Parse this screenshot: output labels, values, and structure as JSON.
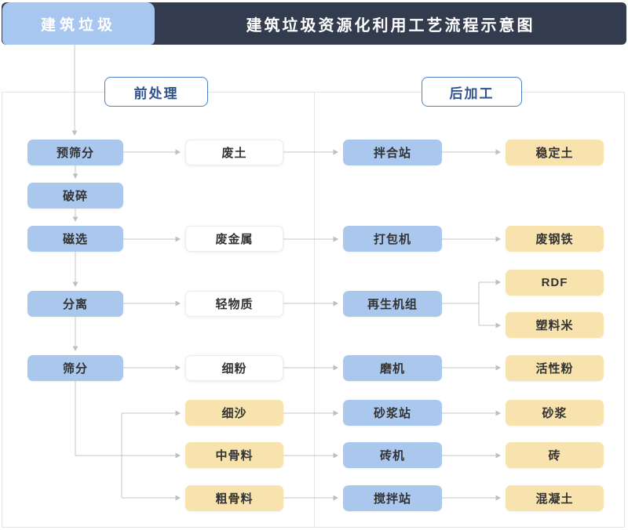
{
  "header": {
    "tab": "建筑垃圾",
    "title": "建筑垃圾资源化利用工艺流程示意图"
  },
  "sections": {
    "pre": "前处理",
    "post": "后加工"
  },
  "nodes": {
    "pre_screen": "预筛分",
    "crush": "破碎",
    "magnetic": "磁选",
    "separate": "分离",
    "screen": "筛分",
    "waste_soil": "废土",
    "waste_metal": "废金属",
    "light_material": "轻物质",
    "fine_powder": "细粉",
    "fine_sand": "细沙",
    "medium_aggregate": "中骨料",
    "coarse_aggregate": "粗骨料",
    "mixing_station": "拌合站",
    "baler": "打包机",
    "regen_unit": "再生机组",
    "mill": "磨机",
    "mortar_station": "砂浆站",
    "brick_machine": "砖机",
    "agitation_station": "搅拌站",
    "stabilized_soil": "稳定土",
    "scrap_steel": "废钢铁",
    "rdf": "RDF",
    "plastic_pellets": "塑料米",
    "active_powder": "活性粉",
    "mortar": "砂浆",
    "brick": "砖",
    "concrete": "混凝土"
  },
  "edges": [
    {
      "from": "建筑垃圾",
      "to": "预筛分"
    },
    {
      "from": "预筛分",
      "to": "破碎"
    },
    {
      "from": "破碎",
      "to": "磁选"
    },
    {
      "from": "磁选",
      "to": "分离"
    },
    {
      "from": "分离",
      "to": "筛分"
    },
    {
      "from": "预筛分",
      "to": "废土"
    },
    {
      "from": "废土",
      "to": "拌合站"
    },
    {
      "from": "拌合站",
      "to": "稳定土"
    },
    {
      "from": "磁选",
      "to": "废金属"
    },
    {
      "from": "废金属",
      "to": "打包机"
    },
    {
      "from": "打包机",
      "to": "废钢铁"
    },
    {
      "from": "分离",
      "to": "轻物质"
    },
    {
      "from": "轻物质",
      "to": "再生机组"
    },
    {
      "from": "再生机组",
      "to": "RDF"
    },
    {
      "from": "再生机组",
      "to": "塑料米"
    },
    {
      "from": "筛分",
      "to": "细粉"
    },
    {
      "from": "细粉",
      "to": "磨机"
    },
    {
      "from": "磨机",
      "to": "活性粉"
    },
    {
      "from": "筛分",
      "to": "细沙"
    },
    {
      "from": "细沙",
      "to": "砂浆站"
    },
    {
      "from": "砂浆站",
      "to": "砂浆"
    },
    {
      "from": "筛分",
      "to": "中骨料"
    },
    {
      "from": "中骨料",
      "to": "砖机"
    },
    {
      "from": "砖机",
      "to": "砖"
    },
    {
      "from": "筛分",
      "to": "粗骨料"
    },
    {
      "from": "粗骨料",
      "to": "搅拌站"
    },
    {
      "from": "搅拌站",
      "to": "混凝土"
    }
  ],
  "colors": {
    "header_bg": "#333b4e",
    "tab_bg": "#a7c6f0",
    "node_blue": "#aac7ee",
    "node_yellow": "#f8e2ad",
    "pill_border": "#4d7fc9",
    "arrow": "#bfbfbf"
  }
}
